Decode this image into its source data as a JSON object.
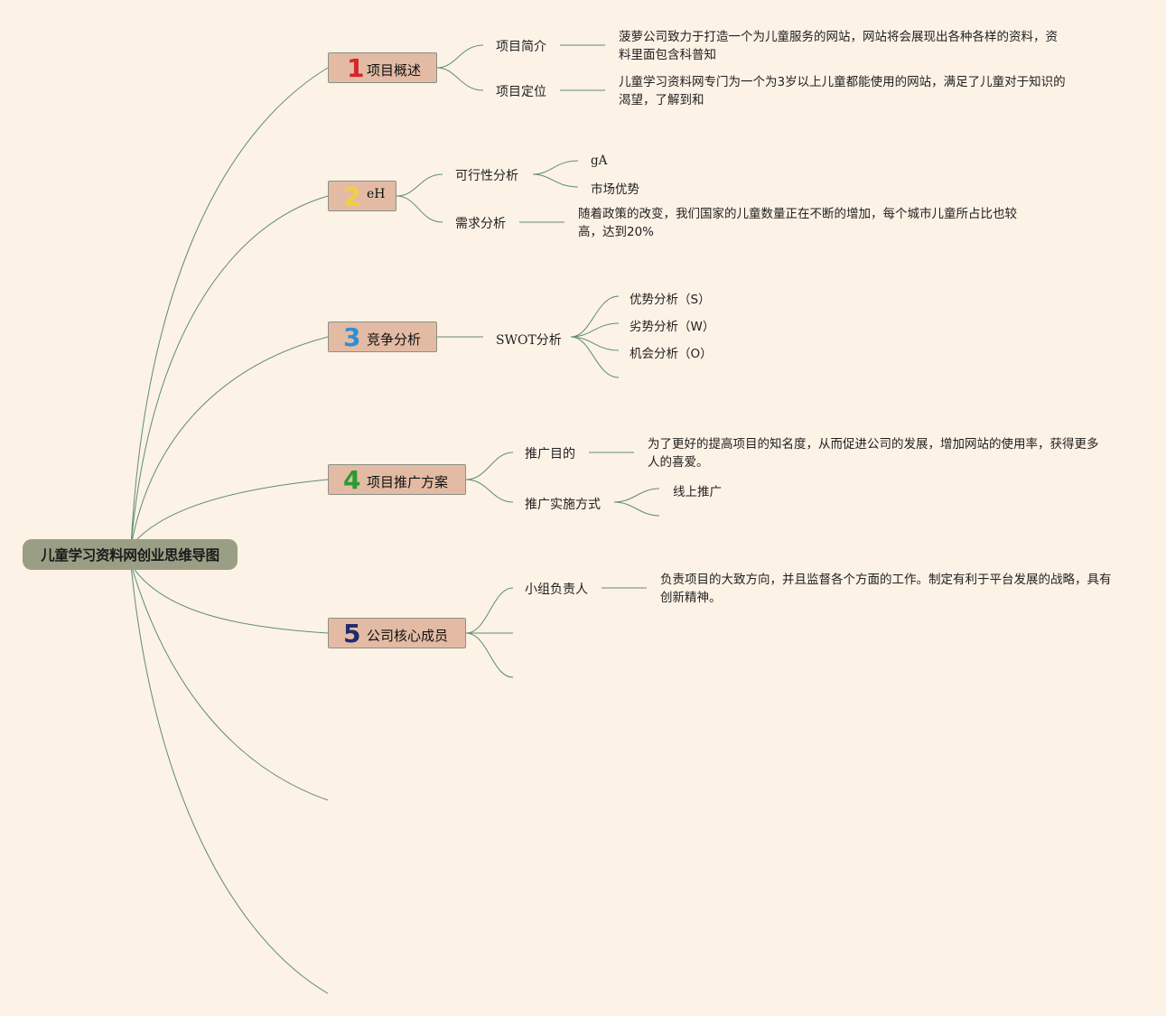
{
  "root": {
    "label": "儿童学习资料网创业思维导图"
  },
  "colors": {
    "background": "#fdf2e6",
    "line": "#5e8c74",
    "root_fill": "#9a9e84",
    "topic_fill": "#e3bba4",
    "num1": "#d8242a",
    "num2": "#f3cf3c",
    "num3": "#2f8fd4",
    "num4": "#2b9a33",
    "num5": "#202a6e"
  },
  "topics": [
    {
      "num": "1",
      "label": "项目概述",
      "subs": [
        {
          "label": "项目简介",
          "leaf": "菠萝公司致力于打造一个为儿童服务的网站，网站将会展现出各种各样的资料，资料里面包含科普知"
        },
        {
          "label": "项目定位",
          "leaf": "儿童学习资料网专门为一个为3岁以上儿童都能使用的网站，满足了儿童对于知识的渴望，了解到和"
        }
      ]
    },
    {
      "num": "2",
      "label": "eH",
      "subs": [
        {
          "label": "可行性分析",
          "items": [
            "gA",
            "市场优势"
          ]
        },
        {
          "label": "需求分析",
          "leaf": "随着政策的改变，我们国家的儿童数量正在不断的增加，每个城市儿童所占比也较高，达到20%"
        }
      ]
    },
    {
      "num": "3",
      "label": "竞争分析",
      "subs": [
        {
          "label": "SWOT分析",
          "items": [
            "优势分析（S）",
            "劣势分析（W）",
            "机会分析（O）"
          ]
        }
      ]
    },
    {
      "num": "4",
      "label": "项目推广方案",
      "subs": [
        {
          "label": "推广目的",
          "leaf": "为了更好的提高项目的知名度，从而促进公司的发展，增加网站的使用率，获得更多人的喜爱。"
        },
        {
          "label": "推广实施方式",
          "items": [
            "线上推广"
          ]
        }
      ]
    },
    {
      "num": "5",
      "label": "公司核心成员",
      "subs": [
        {
          "label": "小组负责人",
          "leaf": "负责项目的大致方向，并且监督各个方面的工作。制定有利于平台发展的战略，具有创新精神。"
        }
      ]
    }
  ]
}
